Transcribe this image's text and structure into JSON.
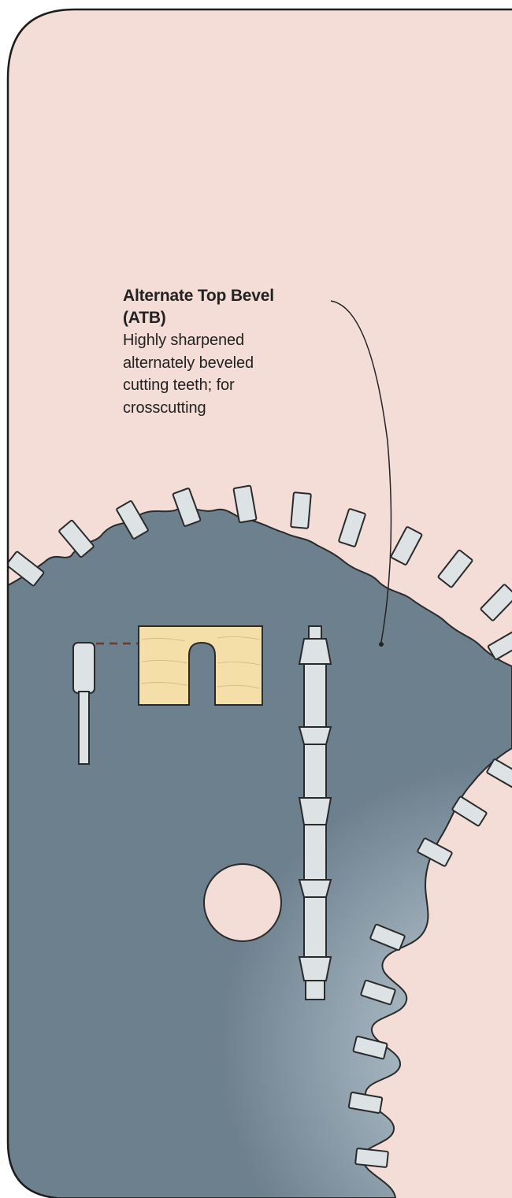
{
  "callout": {
    "title_line1": "Alternate Top Bevel",
    "title_line2": "(ATB)",
    "body_lines": [
      "Highly sharpened",
      "alternately beveled",
      "cutting teeth; for",
      "crosscutting"
    ]
  },
  "colors": {
    "background": "#f3ddd6",
    "blade": "#6d808e",
    "blade_highlight": "#c3cfd6",
    "tooth": "#dde2e5",
    "wood": "#f5dfa8",
    "outline": "#2a2a2a"
  },
  "icons": [
    "saw-blade",
    "carbide-tooth",
    "router-bit",
    "wood-dado-sample",
    "arbor-hole",
    "blade-stack-side-view"
  ]
}
